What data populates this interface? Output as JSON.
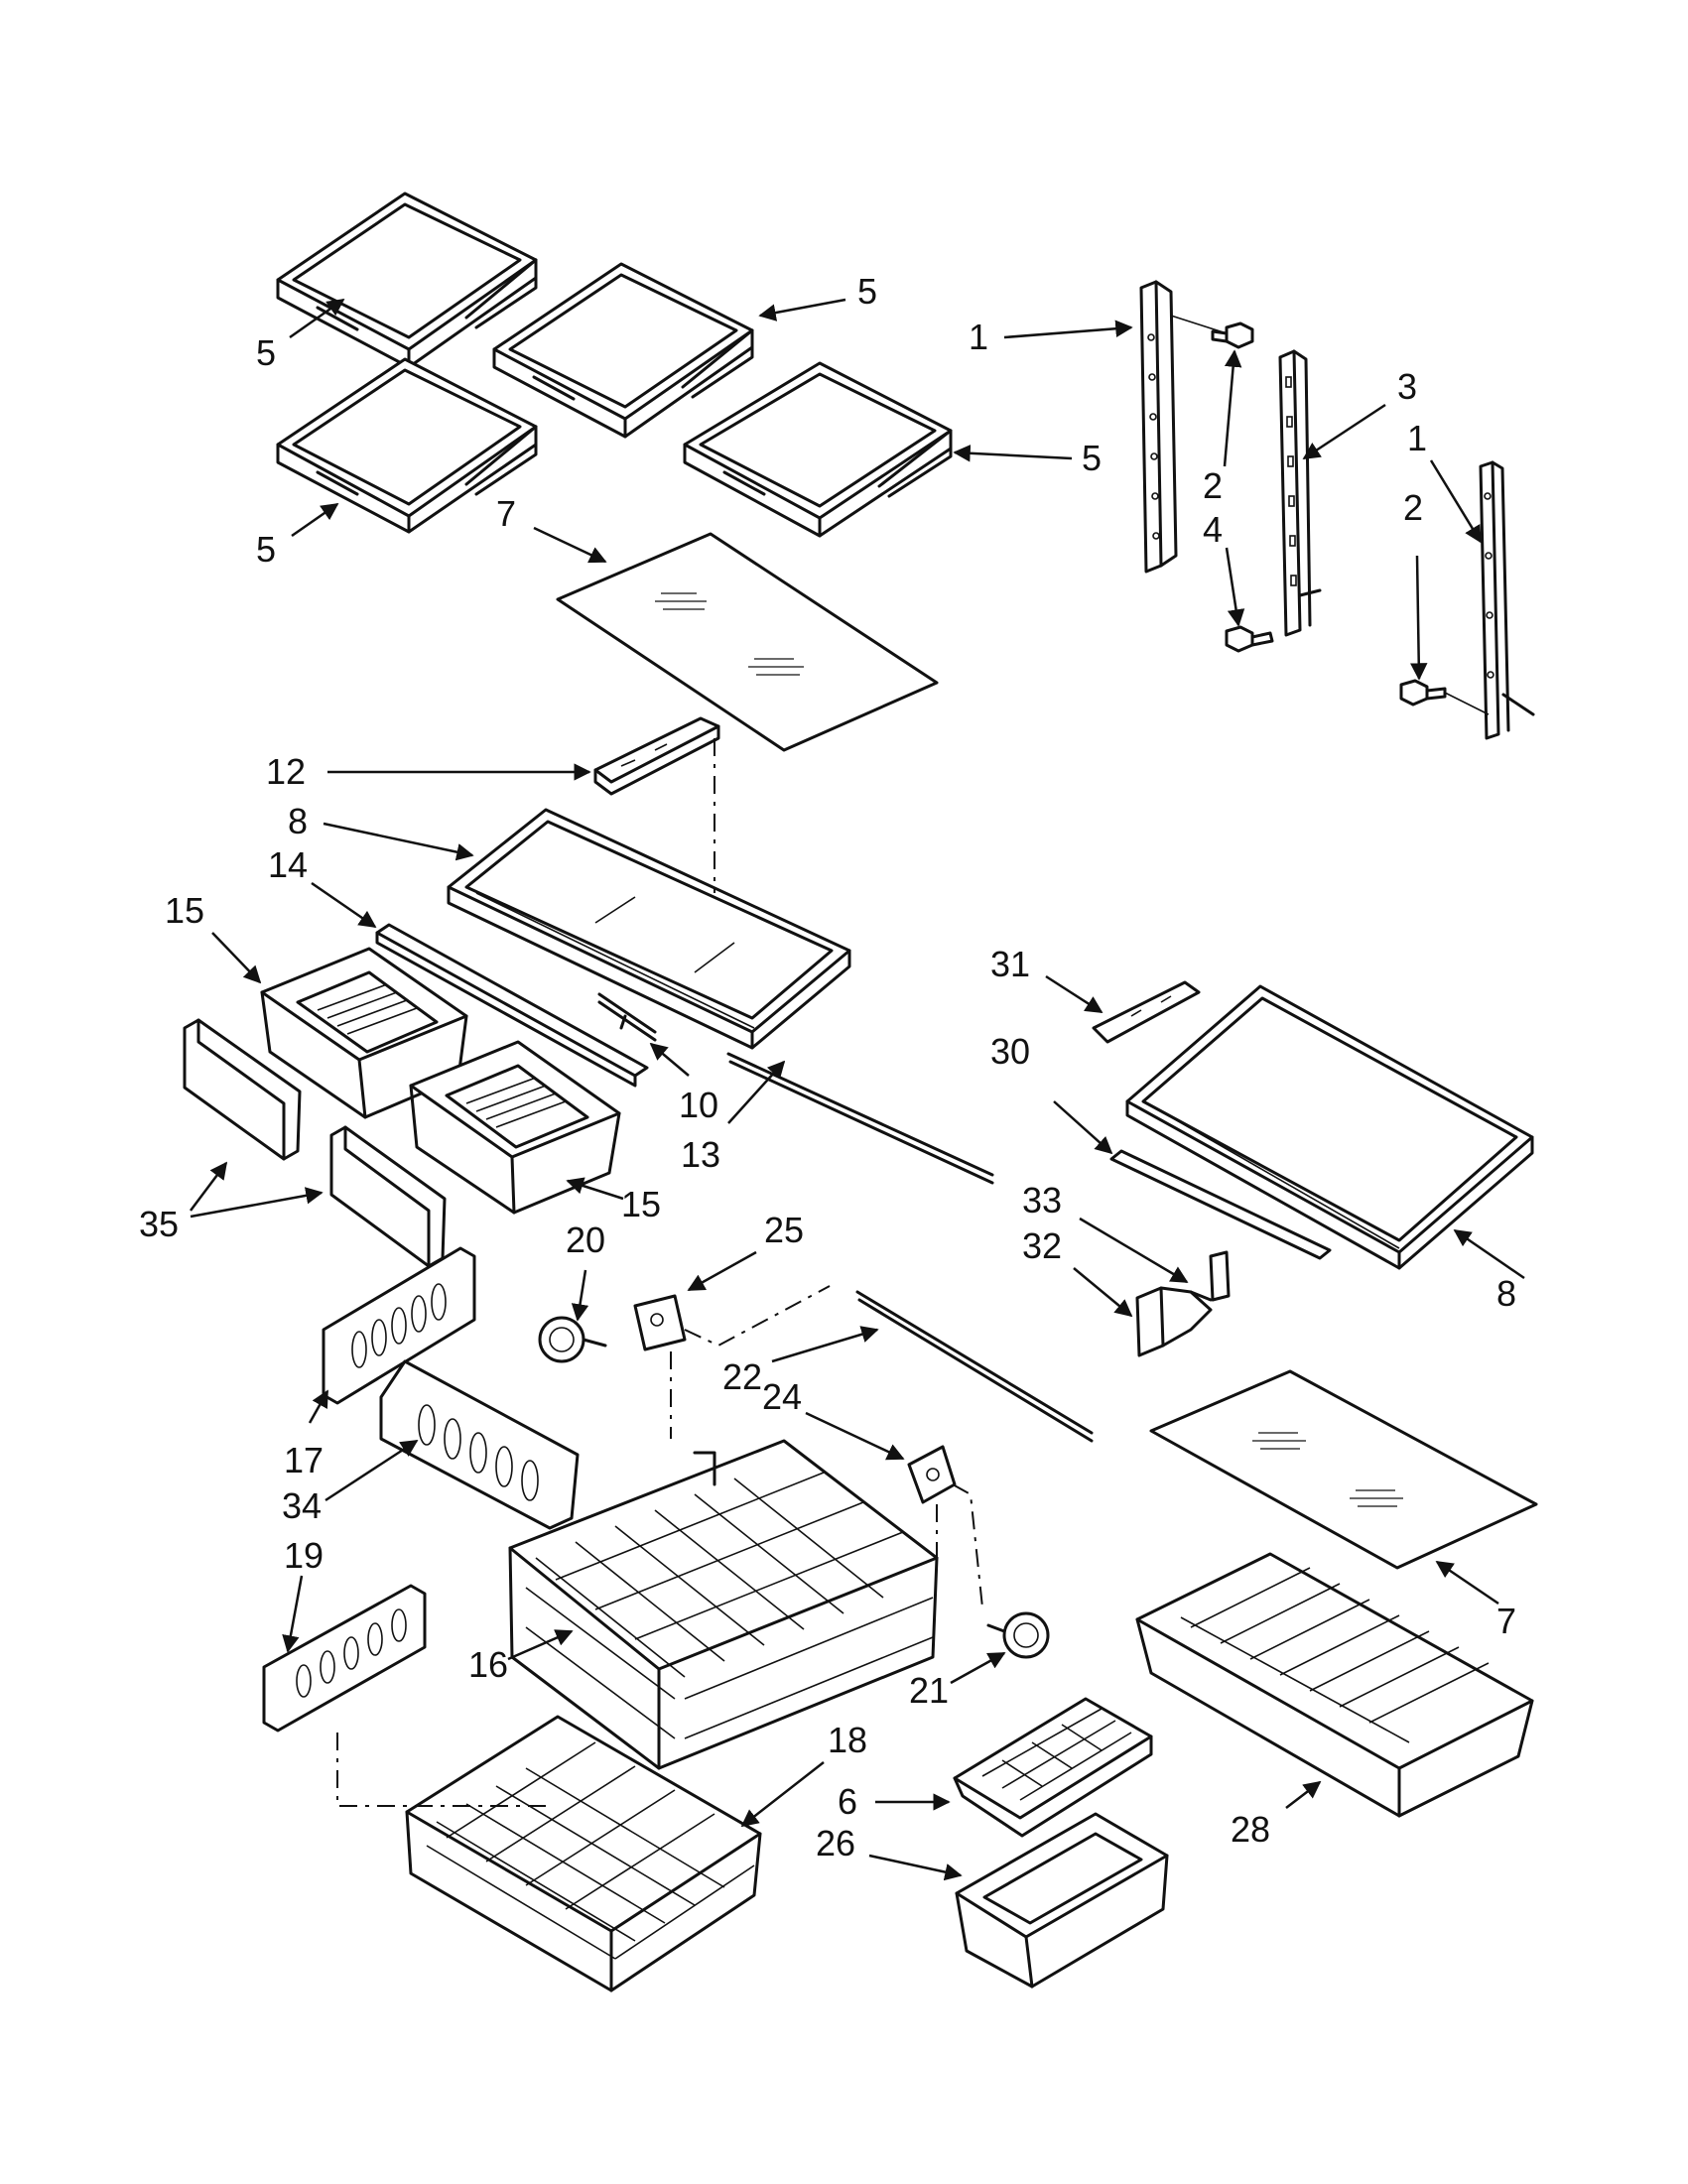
{
  "callouts": [
    {
      "id": "c5a",
      "label": "5"
    },
    {
      "id": "c5b",
      "label": "5"
    },
    {
      "id": "c5c",
      "label": "5"
    },
    {
      "id": "c5d",
      "label": "5"
    },
    {
      "id": "c1a",
      "label": "1"
    },
    {
      "id": "c3",
      "label": "3"
    },
    {
      "id": "c1b",
      "label": "1"
    },
    {
      "id": "c2a",
      "label": "2"
    },
    {
      "id": "c4",
      "label": "4"
    },
    {
      "id": "c2b",
      "label": "2"
    },
    {
      "id": "c7a",
      "label": "7"
    },
    {
      "id": "c12",
      "label": "12"
    },
    {
      "id": "c8a",
      "label": "8"
    },
    {
      "id": "c14",
      "label": "14"
    },
    {
      "id": "c15a",
      "label": "15"
    },
    {
      "id": "c10",
      "label": "10"
    },
    {
      "id": "c13",
      "label": "13"
    },
    {
      "id": "c15b",
      "label": "15"
    },
    {
      "id": "c35",
      "label": "35"
    },
    {
      "id": "c31",
      "label": "31"
    },
    {
      "id": "c30",
      "label": "30"
    },
    {
      "id": "c33",
      "label": "33"
    },
    {
      "id": "c32",
      "label": "32"
    },
    {
      "id": "c8b",
      "label": "8"
    },
    {
      "id": "c20",
      "label": "20"
    },
    {
      "id": "c25",
      "label": "25"
    },
    {
      "id": "c22",
      "label": "22"
    },
    {
      "id": "c24",
      "label": "24"
    },
    {
      "id": "c17",
      "label": "17"
    },
    {
      "id": "c34",
      "label": "34"
    },
    {
      "id": "c19",
      "label": "19"
    },
    {
      "id": "c16",
      "label": "16"
    },
    {
      "id": "c21",
      "label": "21"
    },
    {
      "id": "c7b",
      "label": "7"
    },
    {
      "id": "c18",
      "label": "18"
    },
    {
      "id": "c6",
      "label": "6"
    },
    {
      "id": "c26",
      "label": "26"
    },
    {
      "id": "c28",
      "label": "28"
    }
  ]
}
